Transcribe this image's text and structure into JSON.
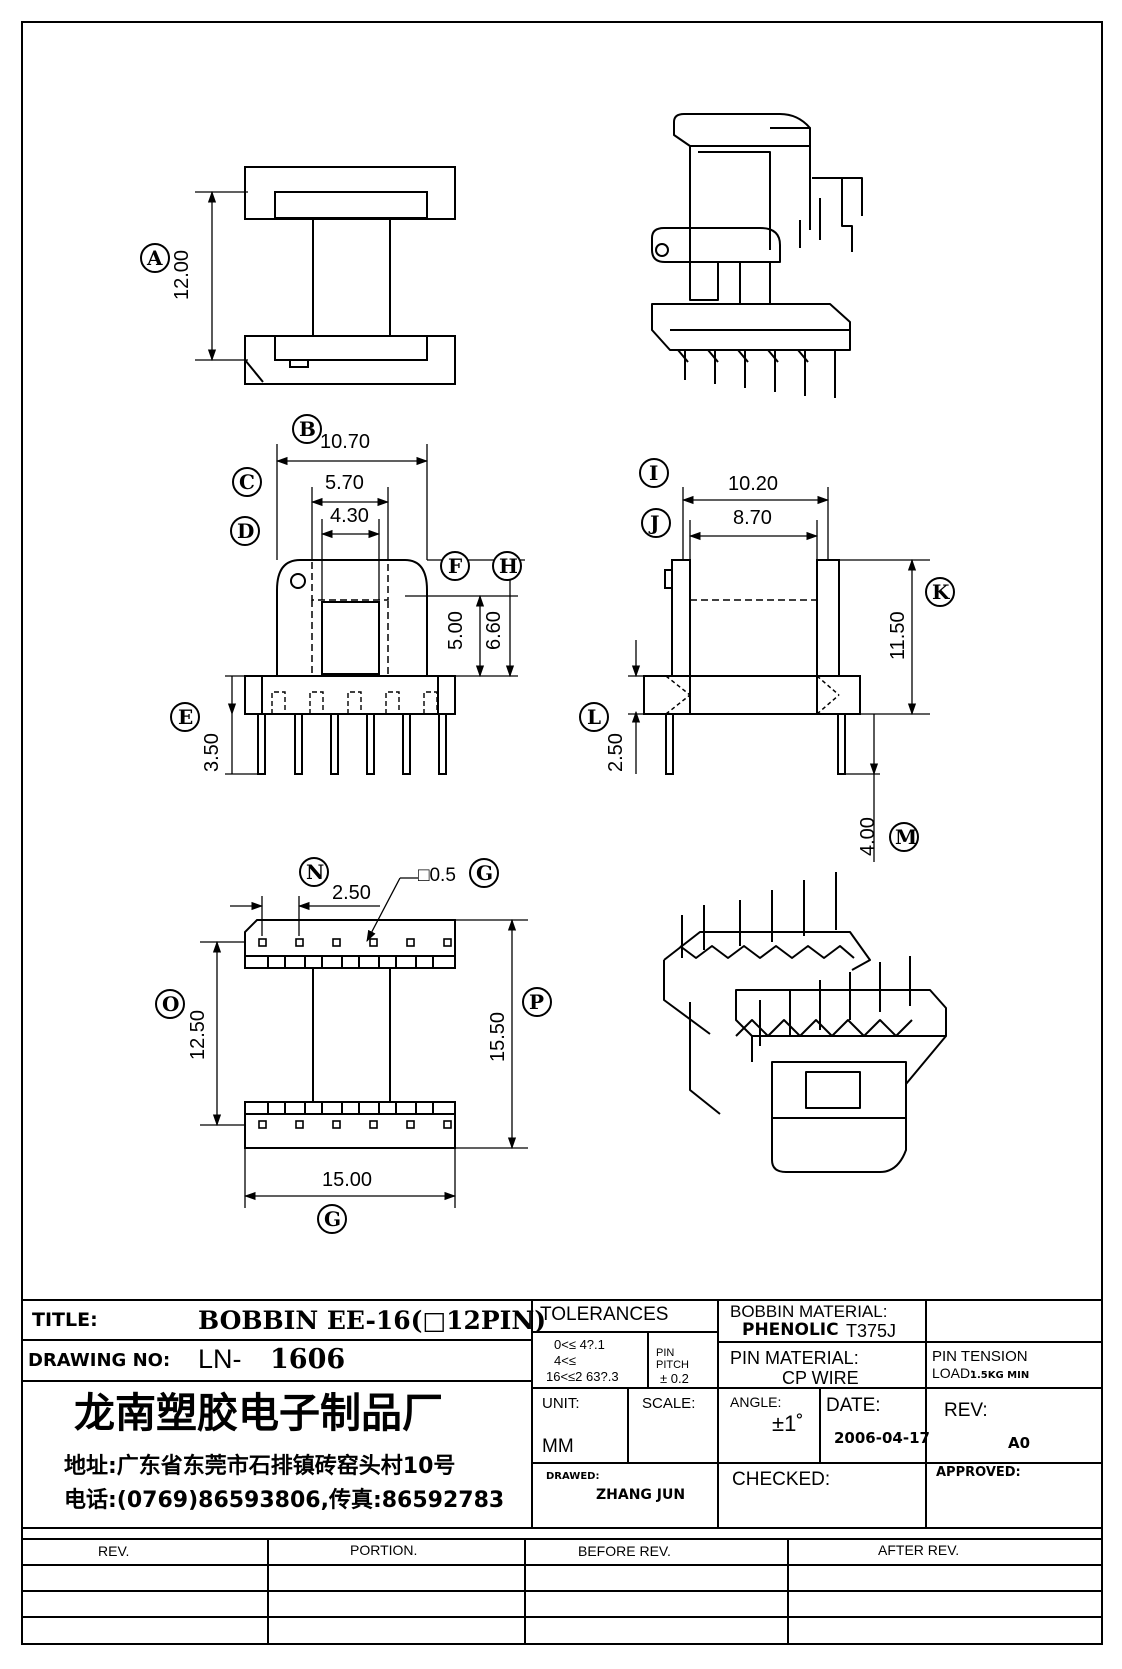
{
  "dims": {
    "a_height": "12.00",
    "b_width": "10.70",
    "c_width": "5.70",
    "d_width": "4.30",
    "f_height": "5.00",
    "h_height": "6.60",
    "e_pin": "3.50",
    "i_width": "10.20",
    "j_width": "8.70",
    "k_height": "11.50",
    "l_height": "2.50",
    "m_pin": "4.00",
    "n_pitch": "2.50",
    "pin_square": "□0.5",
    "o_height": "12.50",
    "p_height": "15.50",
    "g_width": "15.00"
  },
  "labels": {
    "A": "A",
    "B": "B",
    "C": "C",
    "D": "D",
    "E": "E",
    "F": "F",
    "G": "G",
    "H": "H",
    "I": "I",
    "J": "J",
    "K": "K",
    "L": "L",
    "M": "M",
    "N": "N",
    "O": "O",
    "P": "P"
  },
  "title_block": {
    "title_label": "TITLE:",
    "title_value": "BOBBIN EE-16(□12PIN)",
    "drawing_no_label": "DRAWING NO:",
    "drawing_no_prefix": "LN-",
    "drawing_no_value": "1606",
    "company": "龙南塑胶电子制品厂",
    "address": "地址:广东省东莞市石排镇砖窑头村10号",
    "phone": "电话:(0769)86593806,传真:86592783",
    "tolerances_label": "TOLERANCES",
    "tol_line1": "0<≤  4?.1",
    "tol_line2": "4<≤",
    "tol_line3": "16<≤2 63?.3",
    "pin_pitch_label1": "PIN",
    "pin_pitch_label2": "PITCH",
    "pin_pitch_value": "± 0.2",
    "unit_label": "UNIT:",
    "unit_value": "MM",
    "scale_label": "SCALE:",
    "drawn_label": "DRAWED:",
    "drawn_value": "ZHANG JUN",
    "bobbin_material_label": "BOBBIN MATERIAL:",
    "bobbin_material_value1": "PHENOLIC",
    "bobbin_material_value2": "T375J",
    "pin_material_label": "PIN MATERIAL:",
    "pin_material_value": "CP WIRE",
    "pin_tension_label": "PIN TENSION",
    "pin_tension_load": "LOAD:",
    "pin_tension_value": "1.5KG MIN",
    "angle_label": "ANGLE:",
    "angle_value": "±1˚",
    "date_label": "DATE:",
    "date_value": "2006-04-17",
    "rev_label": "REV:",
    "rev_value": "A0",
    "checked_label": "CHECKED:",
    "approved_label": "APPROVED:"
  },
  "revision_table": {
    "headers": [
      "REV.",
      "PORTION.",
      "BEFORE REV.",
      "AFTER REV."
    ]
  }
}
